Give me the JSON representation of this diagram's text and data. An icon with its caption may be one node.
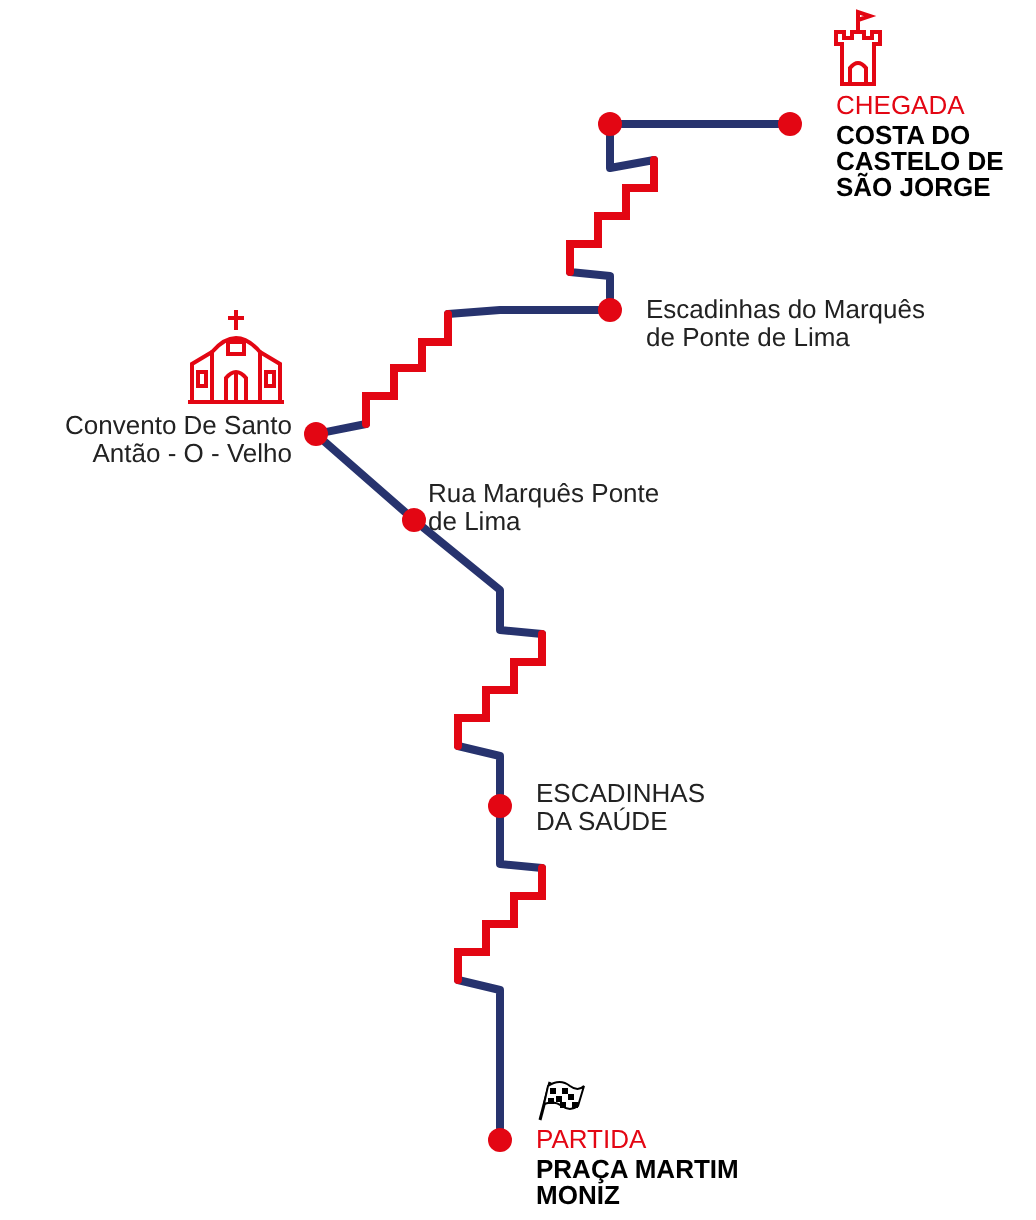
{
  "diagram": {
    "nodes": [
      {
        "text": [],
        "shape": "circle",
        "beside": [
          "CHEGADA",
          "COSTA DO CASTELO DE SÃO JORGE"
        ]
      },
      {
        "text": [],
        "shape": "circle"
      },
      {
        "text": [],
        "shape": "circle",
        "beside": [
          "Escadinhas do Marquês de Ponte de Lima"
        ]
      },
      {
        "text": [],
        "shape": "circle",
        "beside": [
          "Convento De Santo Antão - O - Velho"
        ]
      },
      {
        "text": [],
        "shape": "circle",
        "beside": [
          "Rua Marquês Ponte de Lima"
        ]
      },
      {
        "text": [],
        "shape": "circle",
        "beside": [
          "ESCADINHAS DA SAÚDE"
        ]
      },
      {
        "text": [],
        "shape": "circle",
        "beside": [
          "PARTIDA",
          "PRAÇA MARTIM MONIZ"
        ]
      }
    ],
    "edges": [
      {
        "from": 6,
        "to": 5,
        "arrow": "none"
      },
      {
        "from": 5,
        "to": 4,
        "arrow": "none"
      },
      {
        "from": 4,
        "to": 3,
        "arrow": "none"
      },
      {
        "from": 3,
        "to": 2,
        "arrow": "none"
      },
      {
        "from": 2,
        "to": 1,
        "arrow": "none"
      },
      {
        "from": 1,
        "to": 0,
        "arrow": "none"
      }
    ]
  }
}
